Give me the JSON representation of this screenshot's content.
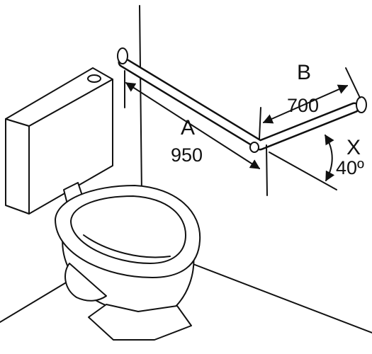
{
  "labels": {
    "a_letter": "A",
    "a_value": "950",
    "b_letter": "B",
    "b_value": "700",
    "x_letter": "X",
    "x_value": "40º"
  },
  "colors": {
    "stroke": "#111111",
    "background": "#ffffff"
  }
}
